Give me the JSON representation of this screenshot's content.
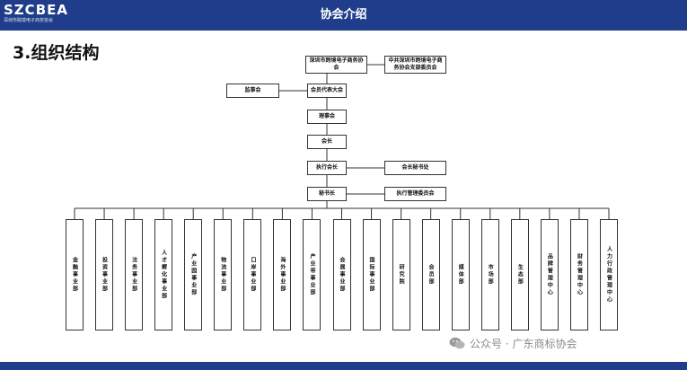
{
  "header": {
    "logo_text": "SZCBEA",
    "logo_subtitle": "深圳市跨境电子商务协会",
    "title": "协会介绍"
  },
  "section_title": "3.组织结构",
  "org": {
    "top": "深圳市跨境电子商务协会",
    "party": "中共深圳市跨境电子商务协会支部委员会",
    "supervisors": "监事会",
    "assembly": "会员代表大会",
    "council": "理事会",
    "president": "会长",
    "executive": "执行会长",
    "president_office": "会长秘书处",
    "secretary_general": "秘书长",
    "exec_committee": "执行管理委员会",
    "departments": [
      "金融事业部",
      "投资事业部",
      "法务事业部",
      "人才孵化事业部",
      "产业园事业部",
      "物流事业部",
      "口岸事业部",
      "海外事业部",
      "产业带事业部",
      "会展事业部",
      "国际事业部",
      "研究院",
      "会员部",
      "媒体部",
      "市场部",
      "生态部",
      "品牌管理中心",
      "财务管理中心",
      "人力行政管理中心"
    ]
  },
  "watermark": "公众号 · 广东商标协会",
  "colors": {
    "header": "#1f3d8a",
    "line": "#333333"
  }
}
